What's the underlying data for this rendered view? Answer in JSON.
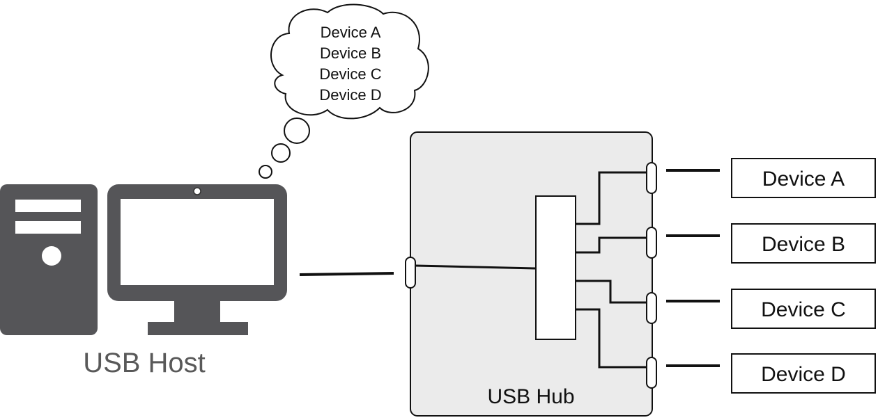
{
  "thought_bubble": {
    "lines": [
      "Device A",
      "Device B",
      "Device C",
      "Device D"
    ]
  },
  "host": {
    "label": "USB Host"
  },
  "hub": {
    "label": "USB Hub"
  },
  "devices": [
    {
      "label": "Device A"
    },
    {
      "label": "Device B"
    },
    {
      "label": "Device C"
    },
    {
      "label": "Device D"
    }
  ],
  "colors": {
    "computer": "#555558",
    "hub_fill": "#ebebeb",
    "stroke": "#111111",
    "label_gray": "#595959"
  }
}
